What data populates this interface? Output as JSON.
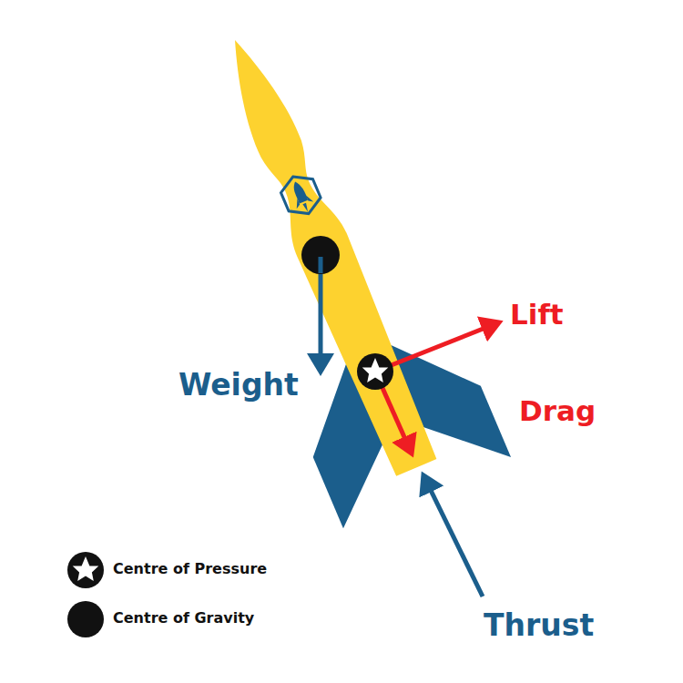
{
  "diagram": {
    "labels": [
      "Lift",
      "Weight",
      "Drag",
      "Thrust"
    ],
    "legend": [
      {
        "text": "Centre of Pressure"
      },
      {
        "text": "Centre of Gravity"
      }
    ]
  }
}
